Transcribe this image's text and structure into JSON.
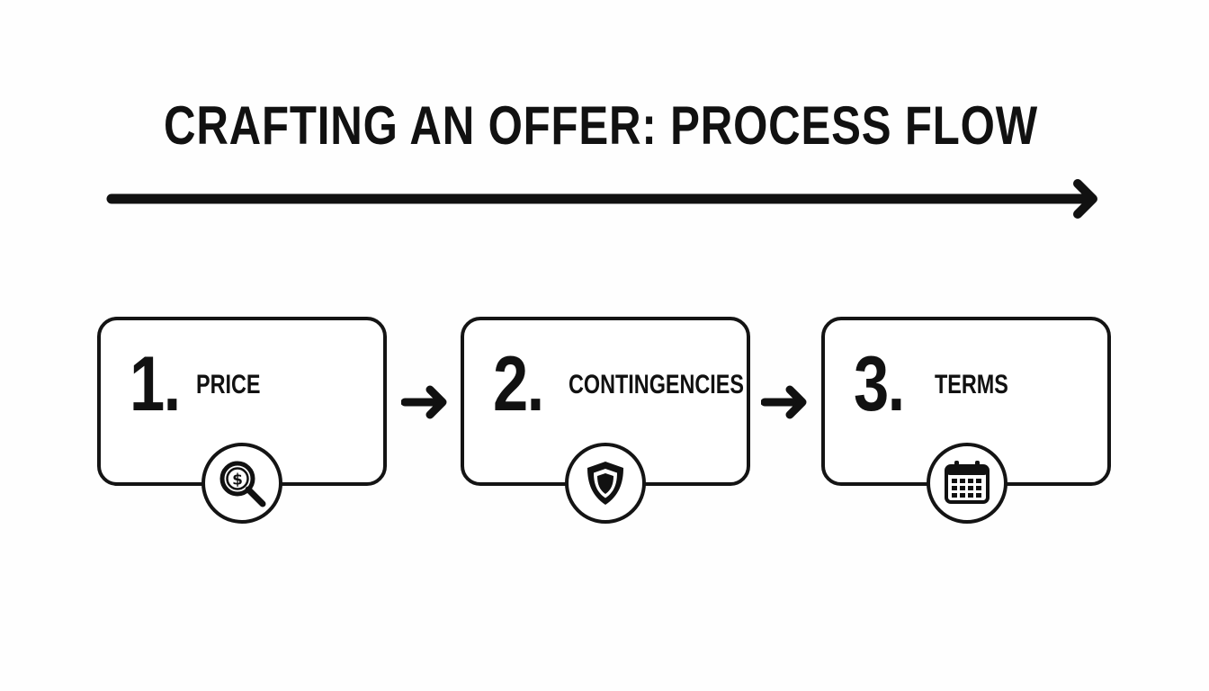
{
  "title": "CRAFTING AN OFFER: PROCESS FLOW",
  "steps": [
    {
      "number": "1.",
      "label": "PRICE",
      "icon": "price-search-icon"
    },
    {
      "number": "2.",
      "label": "CONTINGENCIES",
      "icon": "shield-icon"
    },
    {
      "number": "3.",
      "label": "TERMS",
      "icon": "calendar-icon"
    }
  ],
  "colors": {
    "ink": "#111111",
    "background": "#fefefe"
  }
}
